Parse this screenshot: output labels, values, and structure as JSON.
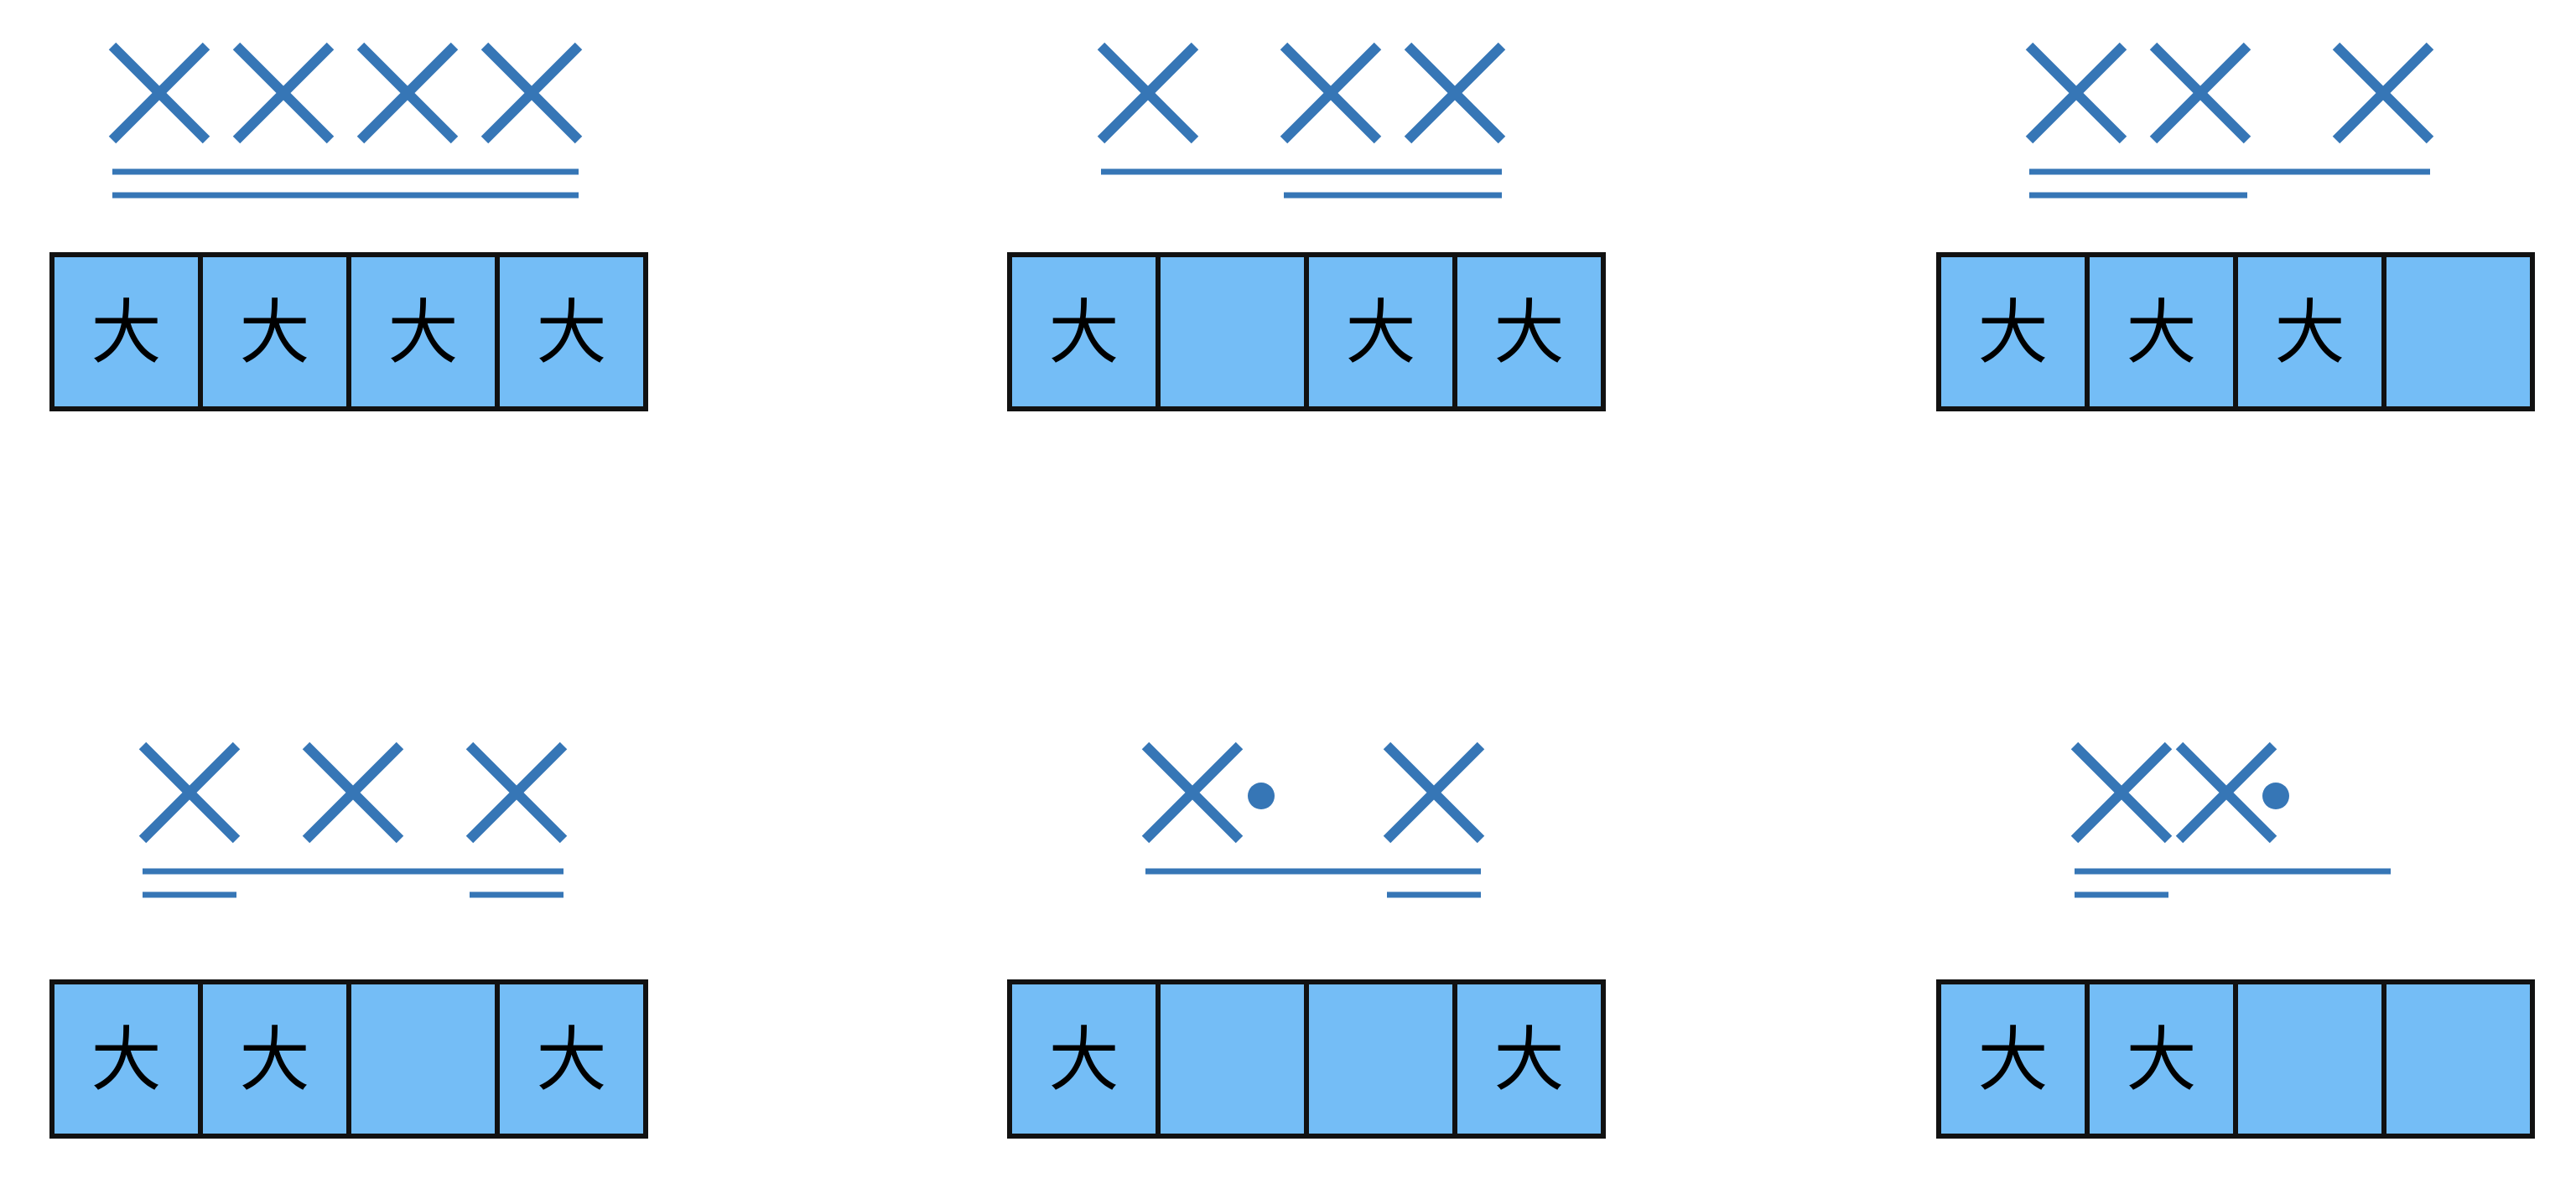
{
  "colors": {
    "accent": "#3676b6",
    "cell_fill": "#74bdf6",
    "cell_border": "#111111",
    "text": "#000000",
    "background": "#ffffff"
  },
  "cell_char": "大",
  "panels": [
    {
      "symbols": [
        "cross",
        "cross",
        "cross",
        "cross"
      ],
      "cells": [
        true,
        true,
        true,
        true
      ],
      "underlines": {
        "single": [
          [
            0,
            4
          ]
        ],
        "double": [
          [
            0,
            4
          ]
        ]
      }
    },
    {
      "symbols": [
        "cross",
        "space",
        "cross",
        "cross"
      ],
      "cells": [
        true,
        false,
        true,
        true
      ],
      "underlines": {
        "single": [
          [
            0,
            4
          ]
        ],
        "double": [
          [
            2,
            4
          ]
        ]
      }
    },
    {
      "symbols": [
        "cross",
        "cross",
        "space",
        "cross"
      ],
      "cells": [
        true,
        true,
        true,
        false
      ],
      "underlines": {
        "single": [
          [
            0,
            4
          ]
        ],
        "double": [
          [
            0,
            2
          ]
        ]
      }
    },
    {
      "symbols": [
        "cross",
        "space",
        "cross",
        "space",
        "cross"
      ],
      "cells": [
        true,
        true,
        false,
        true
      ],
      "underlines": {
        "single": [
          [
            0,
            5
          ]
        ],
        "double": [
          [
            0,
            1
          ],
          [
            4,
            5
          ]
        ]
      }
    },
    {
      "symbols": [
        "cross",
        "dot",
        "space",
        "cross"
      ],
      "cells": [
        true,
        false,
        false,
        true
      ],
      "underlines": {
        "single": [
          [
            0,
            4
          ]
        ],
        "double": [
          [
            3,
            4
          ]
        ]
      }
    },
    {
      "symbols": [
        "cross",
        "cross",
        "dot",
        "space"
      ],
      "cells": [
        true,
        true,
        false,
        false
      ],
      "underlines": {
        "single": [
          [
            0,
            4
          ]
        ],
        "double": [
          [
            0,
            1
          ]
        ]
      }
    }
  ]
}
